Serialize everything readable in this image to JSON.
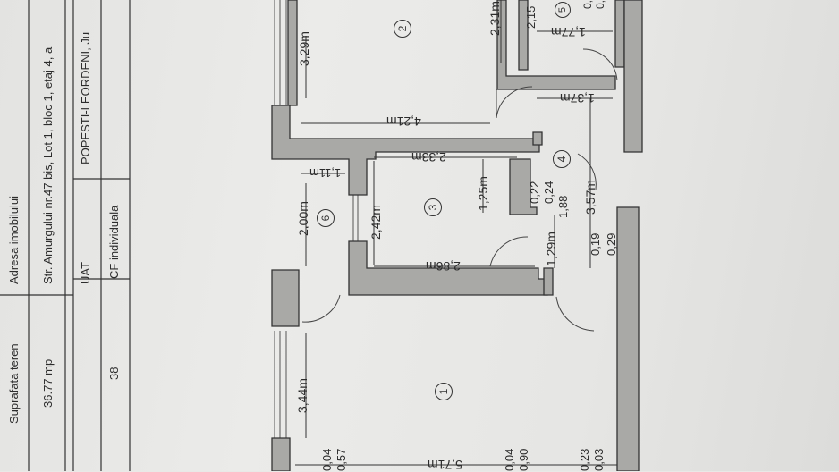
{
  "table": {
    "header": [
      "Suprafata teren",
      "Adresa imobilului",
      "UAT",
      "CF individuala"
    ],
    "values": [
      "36.77 mp",
      "Str. Amurgului nr.47 bis, Lot 1, bloc 1, etaj 4, a",
      "POPESTI-LEORDENI, Ju",
      "38"
    ]
  },
  "rooms": [
    "1",
    "2",
    "3",
    "4",
    "5",
    "6"
  ],
  "dimensions": {
    "room2_w": "3,29m",
    "room2_len": "4,21m",
    "room2_side": "2,31m",
    "room5_a": "2,15",
    "room5_w": "1,77m",
    "room5_b": "1,37m",
    "room3_top": "2,33m",
    "room3_h": "2,42m",
    "room3_side": "1,25m",
    "room3_bottom": "2,86m",
    "room6_top": "1,11m",
    "room6_w": "2,00m",
    "hall_a": "0,22",
    "hall_b": "0,24",
    "hall_len": "3,57m",
    "hall_c": "1,88",
    "hall_d": "1,29m",
    "hall_e": "0,19",
    "hall_f": "0,29",
    "room1_w": "3,44m",
    "room1_len": "5,71m",
    "bottom_a": "0,04",
    "bottom_b": "0,57",
    "bottom_c": "0,04",
    "bottom_d": "0,90",
    "bottom_e": "0,23",
    "bottom_f": "0,03",
    "top_a": "0,",
    "top_b": "0,"
  },
  "colors": {
    "wall": "#a9a9a6",
    "line": "#3a3a3a",
    "paper": "#e8e8e6"
  }
}
